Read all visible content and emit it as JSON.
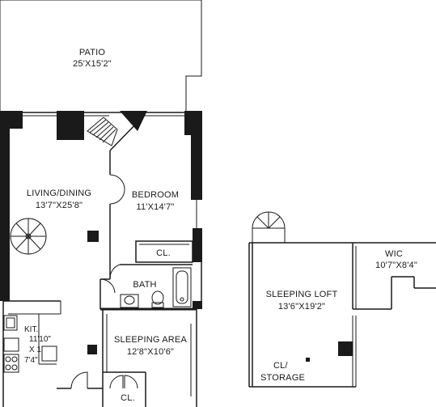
{
  "floorplan": {
    "rooms": {
      "patio": {
        "name": "PATIO",
        "dims": "25'X15'2\""
      },
      "living_dining": {
        "name": "LIVING/DINING",
        "dims": "13'7\"X25'8\""
      },
      "bedroom": {
        "name": "BEDROOM",
        "dims": "11'X14'7\""
      },
      "bedroom_closet": {
        "name": "CL."
      },
      "bath": {
        "name": "BATH"
      },
      "kitchen": {
        "line1": "KIT.",
        "line2": "11'10\"",
        "line3": "X 1",
        "line4": "7'4\""
      },
      "sleeping_area": {
        "name": "SLEEPING AREA",
        "dims": "12'8\"X10'6\""
      },
      "entry_closet": {
        "name": "CL."
      },
      "sleeping_loft": {
        "name": "SLEEPING LOFT",
        "dims": "13'6\"X19'2\""
      },
      "wic": {
        "name": "WIC",
        "dims": "10'7\"X8'4\""
      },
      "loft_storage": {
        "line1": "CL/",
        "line2": "STORAGE"
      }
    }
  }
}
